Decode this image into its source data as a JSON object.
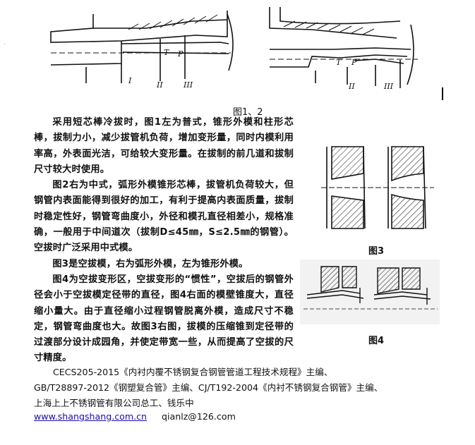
{
  "figure12": {
    "labels": {
      "I": "I",
      "II": "II",
      "III": "III",
      "T": "T",
      "P": "P"
    },
    "caption": "图1、2"
  },
  "paragraphs": [
    "采用短芯棒冷拔时，图1左为普式，锥形外模和柱形芯棒，拔制力小，减少拔管机负荷，增加变形量，同时内模利用率高，外表面光洁，可给较大变形量。在拔制的前几道和拔制尺寸较大时使用。",
    "图2右为中式，弧形外模锥形芯棒，拔管机负荷较大，但钢管内表面能得到很好的加工，有利于提高内表面质量，拔制时稳定性好，钢管弯曲度小，外径和模孔直径相差小，规格准确，一般用于中间道次（拔制D≤45㎜，S≤2.5㎜的钢管）。空拔时广泛采用中式模。",
    "图3是空拔模，右为弧形外模，左为锥形外模。",
    "图4为空拔变形区，空拔变形的“惯性”，空拔后的钢管外径会小于空拔模定径带的直径，图4右面的模壁锥度大，直径缩小量大。由于直径缩小过程钢管脱离外模，造成尺寸不稳定，钢管弯曲度也大。故图3右图，拔模的压缩锥到定径带的过渡部分设计成园角，并使定带宽一些，从而提高了空拔的尺寸精度。"
  ],
  "figure3": {
    "caption": "图3"
  },
  "figure4": {
    "caption": "图4"
  },
  "footer": {
    "line1": "CECS205-2015《内衬内覆不锈钢复合钢管管道工程技术规程》主编、",
    "line2": "GB/T28897-2012《钢塑复合管》主编、CJ/T192-2004《内衬不锈钢复合钢管》主编、",
    "line3": "上海上上不锈钢管有限公司总工、钱乐中",
    "website": "www.shangshang.com.cn",
    "email": "qianlz@126.com"
  },
  "marks": {
    "dot": "·"
  }
}
